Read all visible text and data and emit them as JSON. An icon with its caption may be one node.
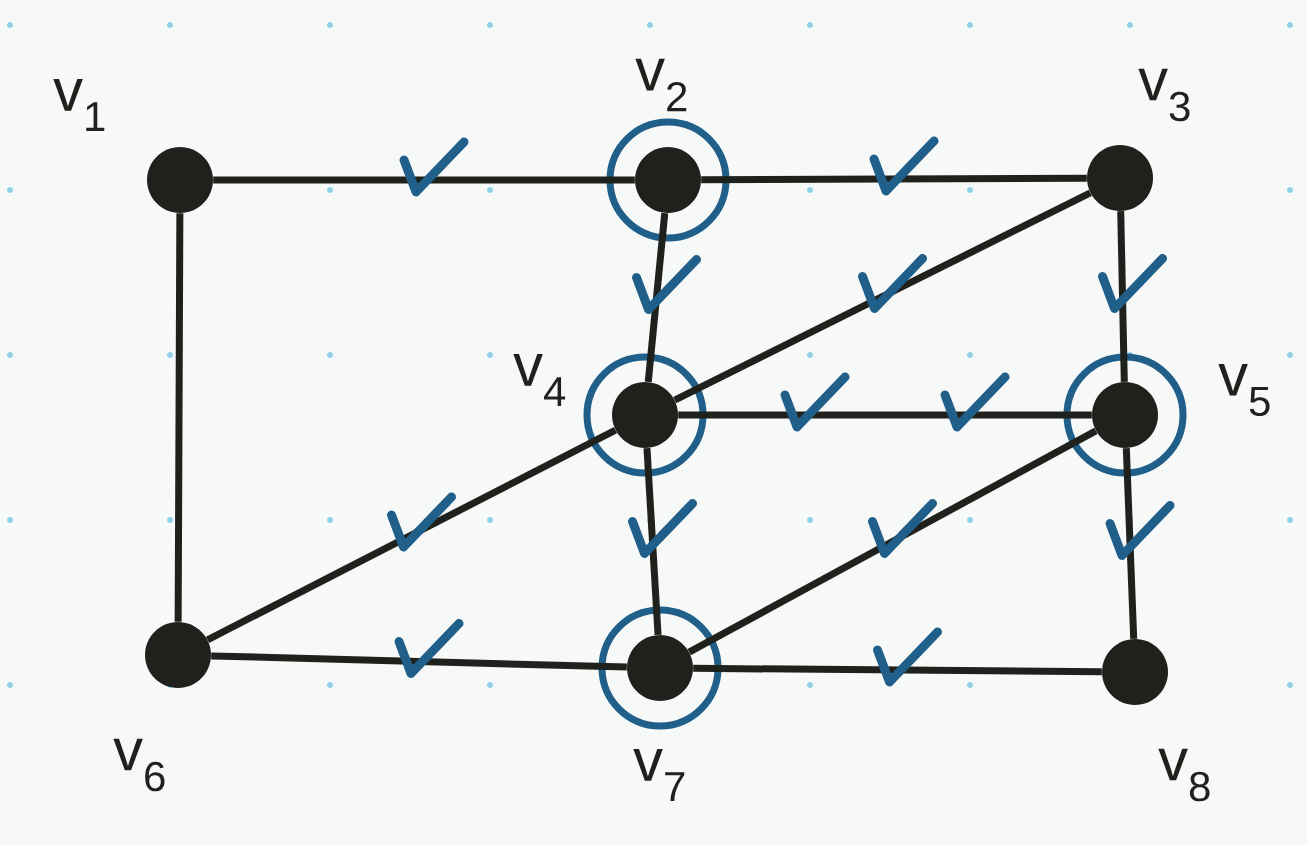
{
  "diagram": {
    "nodes": [
      {
        "text": [],
        "shape": "circle",
        "beside": [
          "v$_{1}$"
        ]
      },
      {
        "text": [],
        "shape": "circle",
        "beside": [
          "v$_{2}$"
        ]
      },
      {
        "text": [],
        "shape": "circle",
        "beside": [
          "v$_{3}$"
        ]
      },
      {
        "text": [],
        "shape": "circle",
        "beside": [
          "v$_{4}$"
        ]
      },
      {
        "text": [],
        "shape": "circle",
        "beside": [
          "v$_{5}$"
        ]
      },
      {
        "text": [],
        "shape": "circle",
        "beside": [
          "v$_{6}$"
        ]
      },
      {
        "text": [],
        "shape": "circle",
        "beside": [
          "v$_{7}$"
        ]
      },
      {
        "text": [],
        "shape": "circle",
        "beside": [
          "v$_{8}$"
        ]
      }
    ],
    "edges": [
      {
        "from": 0,
        "to": 1,
        "arrow": "none"
      },
      {
        "from": 1,
        "to": 2,
        "arrow": "none"
      },
      {
        "from": 0,
        "to": 5,
        "arrow": "none"
      },
      {
        "from": 1,
        "to": 3,
        "arrow": "none"
      },
      {
        "from": 2,
        "to": 3,
        "arrow": "none"
      },
      {
        "from": 2,
        "to": 4,
        "arrow": "none"
      },
      {
        "from": 3,
        "to": 4,
        "arrow": "none"
      },
      {
        "from": 3,
        "to": 5,
        "arrow": "none"
      },
      {
        "from": 3,
        "to": 6,
        "arrow": "none"
      },
      {
        "from": 4,
        "to": 6,
        "arrow": "none"
      },
      {
        "from": 4,
        "to": 7,
        "arrow": "none"
      },
      {
        "from": 5,
        "to": 6,
        "arrow": "none"
      },
      {
        "from": 6,
        "to": 7,
        "arrow": "none"
      }
    ]
  }
}
